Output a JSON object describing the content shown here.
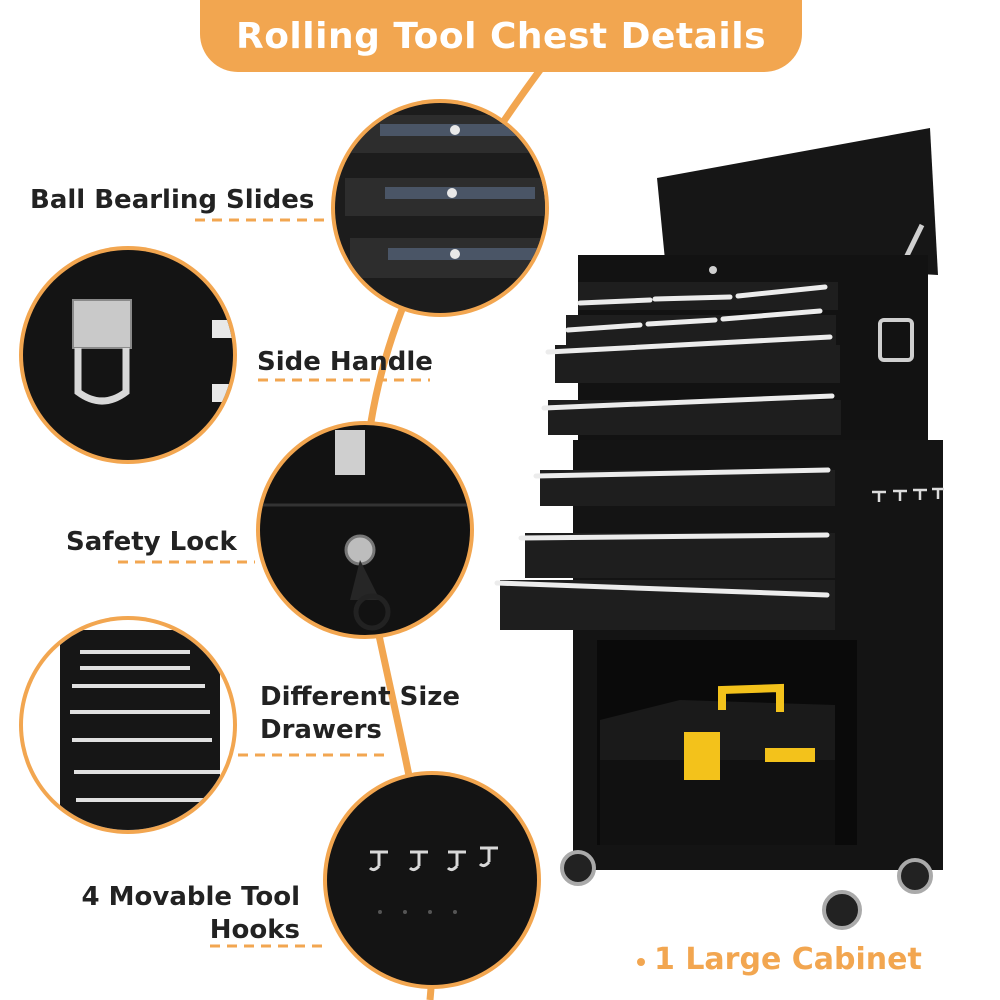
{
  "header": {
    "title": "Rolling Tool Chest Details"
  },
  "features": [
    {
      "label": "Ball Bearling Slides"
    },
    {
      "label": "Side Handle"
    },
    {
      "label": "Safety Lock"
    },
    {
      "label": "Different Size",
      "label2": "Drawers"
    },
    {
      "label": "4 Movable Tool",
      "label2": "Hooks"
    }
  ],
  "cabinet": {
    "label": "1 Large Cabinet"
  },
  "colors": {
    "accent": "#f2a650",
    "body": "#111111",
    "handle": "#e8e8e8",
    "toolbox_trim": "#f3c21b"
  },
  "icons": [
    "tool-chest-image",
    "toolbox-image",
    "caster-wheel-icon",
    "key-lock-icon",
    "hook-icon"
  ]
}
